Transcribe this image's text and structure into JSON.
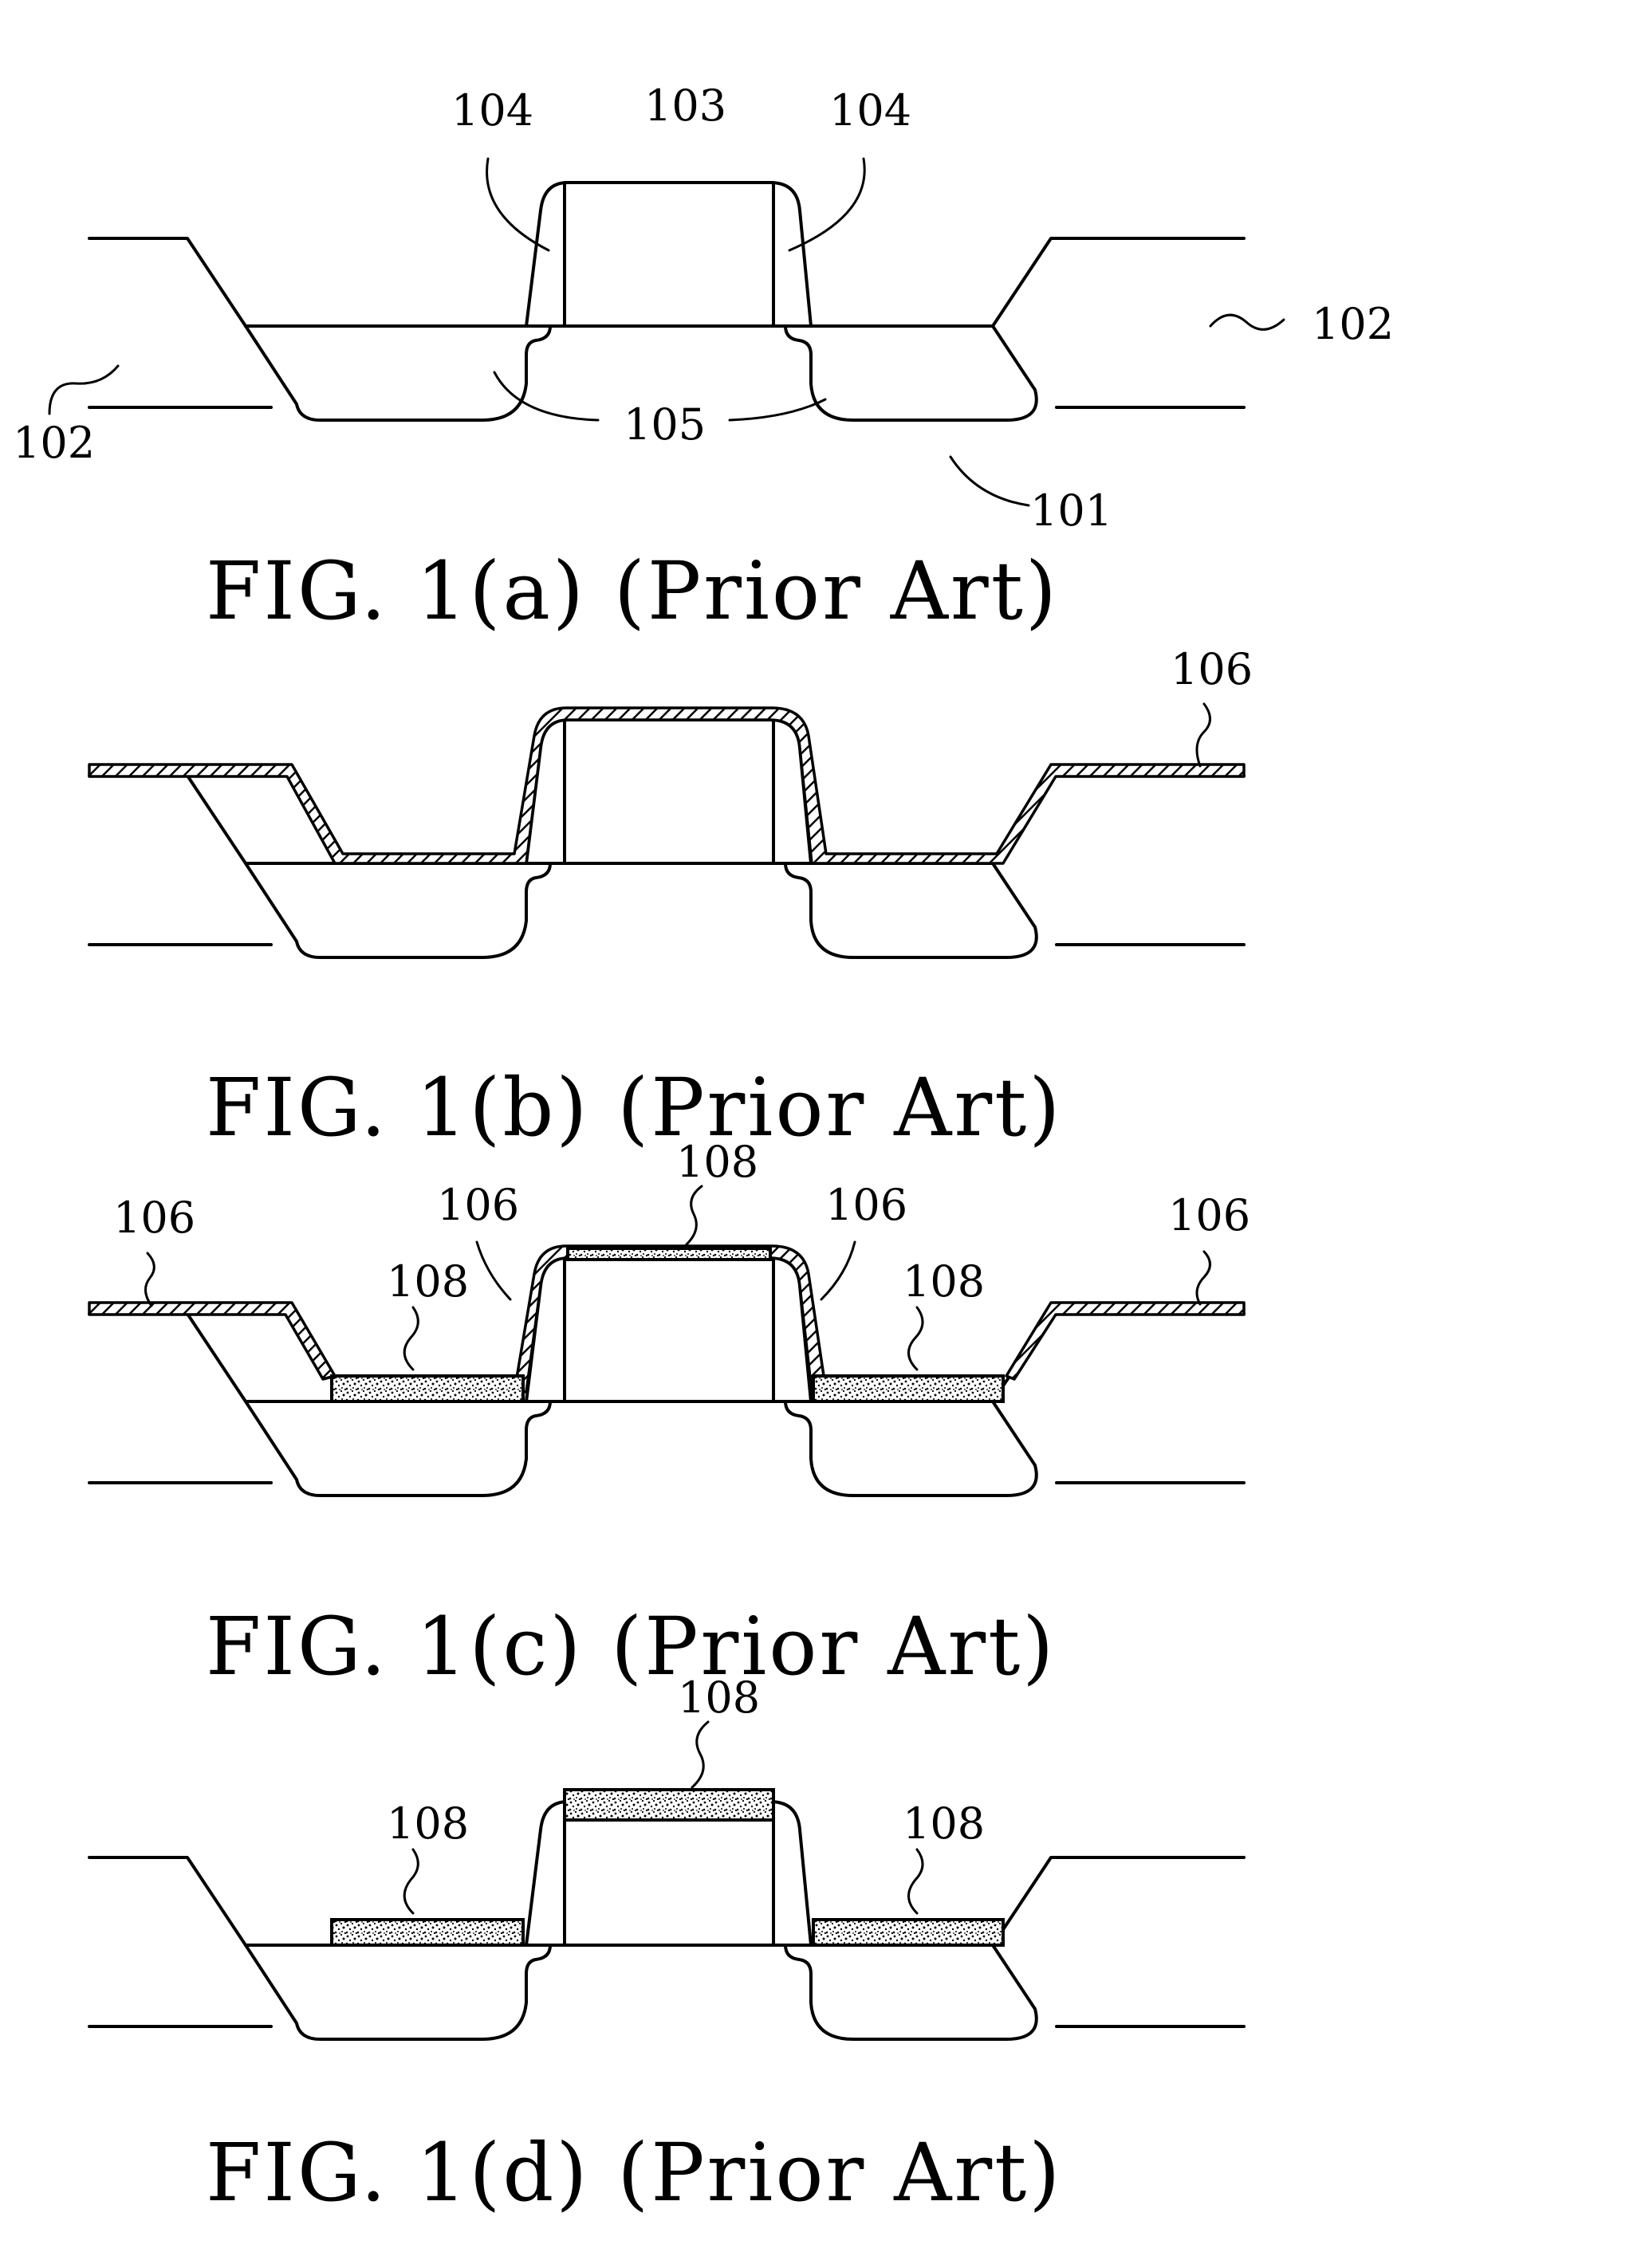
{
  "figures": [
    {
      "id": "fig-1a",
      "caption": "FIG. 1(a) (Prior Art)",
      "labels": {
        "gate": "103",
        "spacer_left": "104",
        "spacer_right": "104",
        "field_oxide_left": "102",
        "field_oxide_right": "102",
        "source_drain": "105",
        "substrate": "101"
      }
    },
    {
      "id": "fig-1b",
      "caption": "FIG. 1(b) (Prior Art)",
      "labels": {
        "metal_layer": "106"
      }
    },
    {
      "id": "fig-1c",
      "caption": "FIG. 1(c) (Prior Art)",
      "labels": {
        "metal_far_left": "106",
        "metal_spacer_left": "106",
        "silicide_gate": "108",
        "metal_spacer_right": "106",
        "metal_far_right": "106",
        "silicide_source": "108",
        "silicide_drain": "108"
      }
    },
    {
      "id": "fig-1d",
      "caption": "FIG. 1(d) (Prior Art)",
      "labels": {
        "silicide_gate": "108",
        "silicide_source": "108",
        "silicide_drain": "108"
      }
    }
  ],
  "styles": {
    "line_color": "#000000",
    "background_color": "#ffffff"
  }
}
